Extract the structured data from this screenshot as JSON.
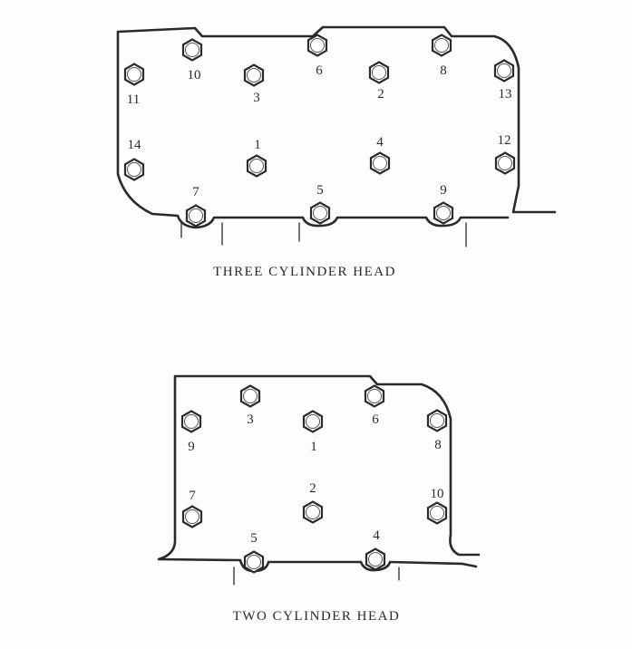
{
  "diagrams": [
    {
      "id": "three",
      "caption": "THREE CYLINDER HEAD",
      "bolt_sequence": [
        "1",
        "2",
        "3",
        "4",
        "5",
        "6",
        "7",
        "8",
        "9",
        "10",
        "11",
        "12",
        "13",
        "14"
      ]
    },
    {
      "id": "two",
      "caption": "TWO CYLINDER HEAD",
      "bolt_sequence": [
        "1",
        "2",
        "3",
        "4",
        "5",
        "6",
        "7",
        "8",
        "9",
        "10"
      ]
    }
  ]
}
